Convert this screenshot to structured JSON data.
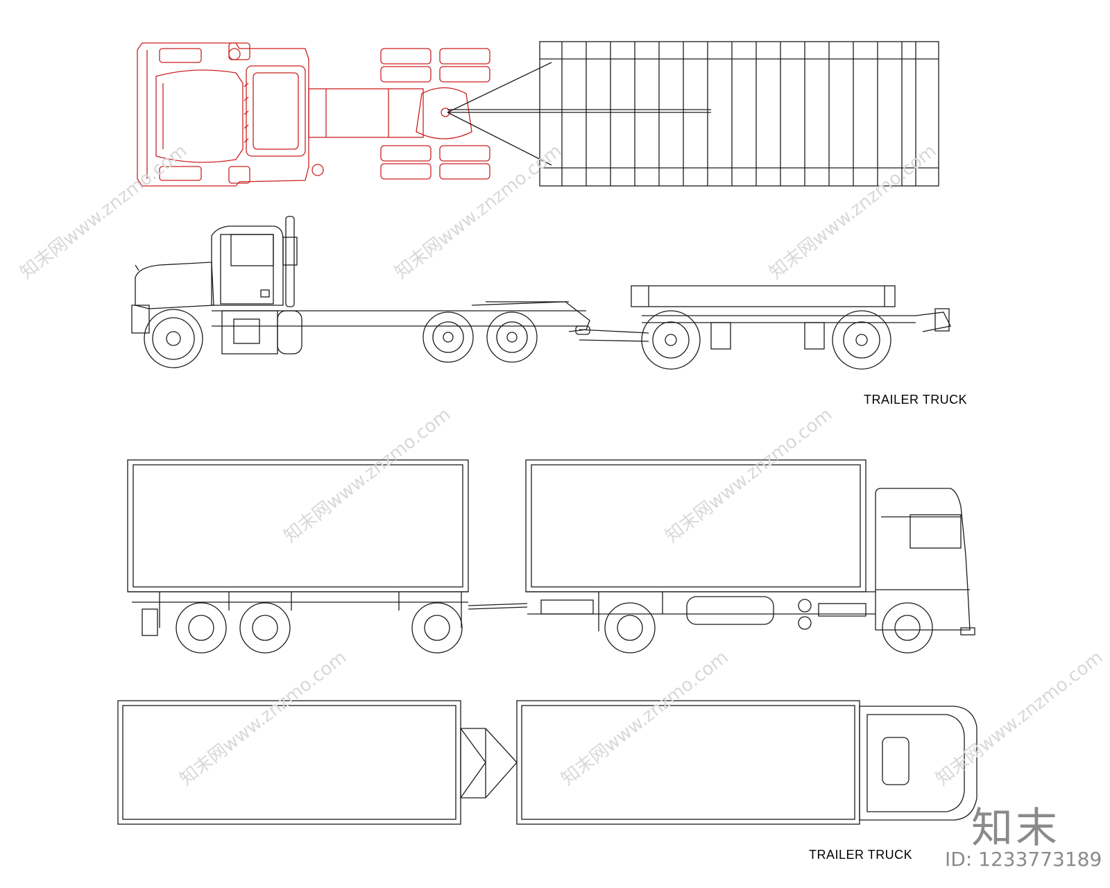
{
  "captions": {
    "top_view_caption": "TRAILER TRUCK",
    "bottom_view_caption": "TRAILER TRUCK"
  },
  "watermark": {
    "text": "知末网www.znzmo.com",
    "brand": "知末",
    "id_label": "ID: 1233773189"
  },
  "colors": {
    "line": "#1a1a1a",
    "tractor_top_view": "#cc1f1f",
    "watermark": "#d8d8d8",
    "brand": "#8a8a8a"
  }
}
